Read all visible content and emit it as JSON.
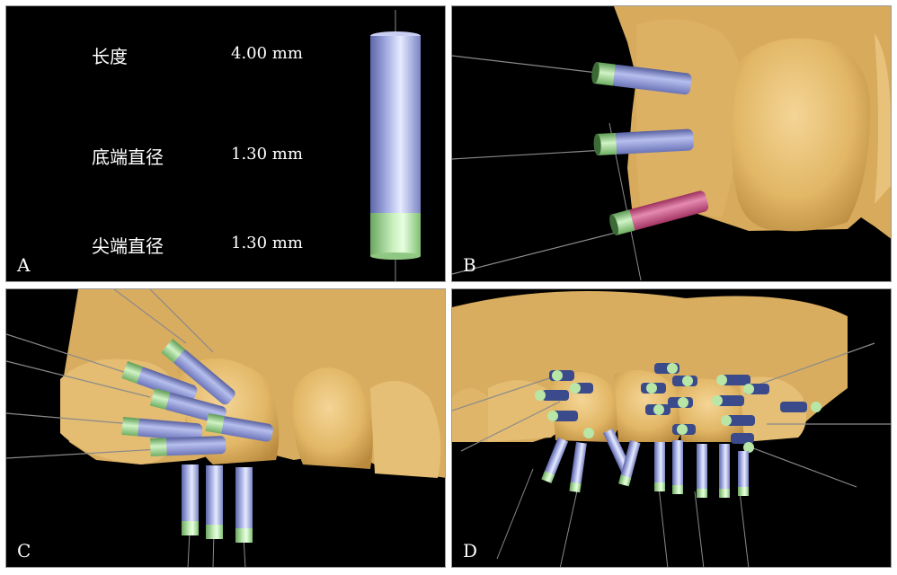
{
  "panels": {
    "a": {
      "label": "A",
      "params": [
        {
          "name": "长度",
          "value": "4.00 mm"
        },
        {
          "name": "底端直径",
          "value": "1.30 mm"
        },
        {
          "name": "尖端直径",
          "value": "1.30 mm"
        }
      ]
    },
    "b": {
      "label": "B"
    },
    "c": {
      "label": "C"
    },
    "d": {
      "label": "D"
    }
  },
  "colors": {
    "background": "#000000",
    "tooth": "#e6c075",
    "pin_body": "#8d96cf",
    "pin_tip": "#9fd48f",
    "pin_highlight": "#c64a7c",
    "guide_line": "#8a8a8a"
  }
}
